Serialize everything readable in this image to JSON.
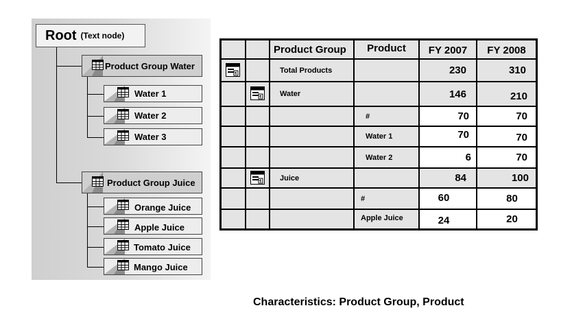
{
  "tree": {
    "root": {
      "title": "Root",
      "subtitle": "(Text node)"
    },
    "groups": [
      {
        "label": "Product Group Water",
        "children": [
          "Water  1",
          "Water 2",
          "Water 3"
        ]
      },
      {
        "label": "Product Group Juice",
        "children": [
          "Orange Juice",
          "Apple Juice",
          "Tomato Juice",
          "Mango Juice"
        ]
      }
    ]
  },
  "table": {
    "headers": [
      "",
      "",
      "Product Group",
      "Product",
      "FY 2007",
      "FY 2008"
    ],
    "rows": [
      {
        "group": "Total Products",
        "product": "",
        "fy2007": "230",
        "fy2008": "310"
      },
      {
        "group": "Water",
        "product": "",
        "fy2007": "146",
        "fy2008": "210"
      },
      {
        "group": "",
        "product": "#",
        "fy2007": "70",
        "fy2008": "70"
      },
      {
        "group": "",
        "product": "Water 1",
        "fy2007": "70",
        "fy2008": "70"
      },
      {
        "group": "",
        "product": "Water 2",
        "fy2007": "6",
        "fy2008": "70"
      },
      {
        "group": "Juice",
        "product": "",
        "fy2007": "84",
        "fy2008": "100"
      },
      {
        "group": "",
        "product": "#",
        "fy2007": "60",
        "fy2008": "80"
      },
      {
        "group": "",
        "product": "Apple Juice",
        "fy2007": "24",
        "fy2008": "20"
      }
    ]
  },
  "caption": "Characteristics: Product Group, Product"
}
